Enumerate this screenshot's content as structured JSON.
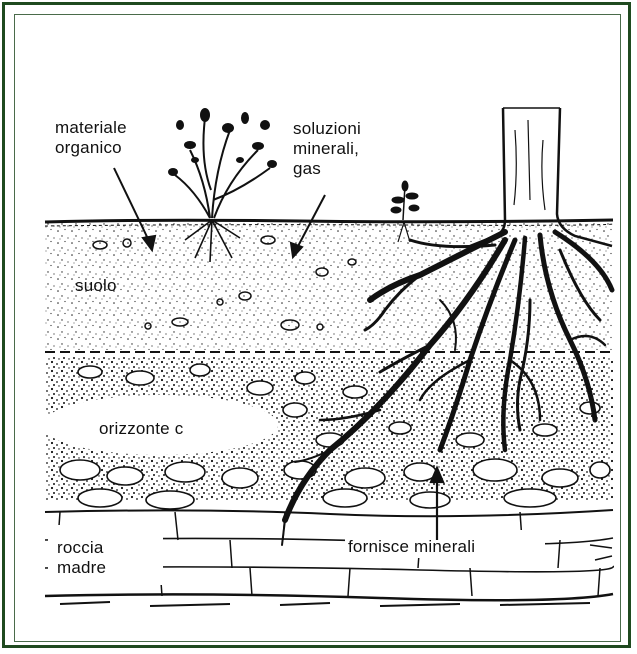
{
  "labels": {
    "materiale_organico": [
      "materiale",
      "organico"
    ],
    "soluzioni_minerali_gas": [
      "soluzioni",
      "minerali,",
      "gas"
    ],
    "suolo": "suolo",
    "orizzonte_c": "orizzonte c",
    "roccia_madre": [
      "roccia",
      "madre"
    ],
    "fornisce_minerali": "fornisce minerali"
  },
  "colors": {
    "frame": "#1f4a1f",
    "ink": "#111111"
  }
}
